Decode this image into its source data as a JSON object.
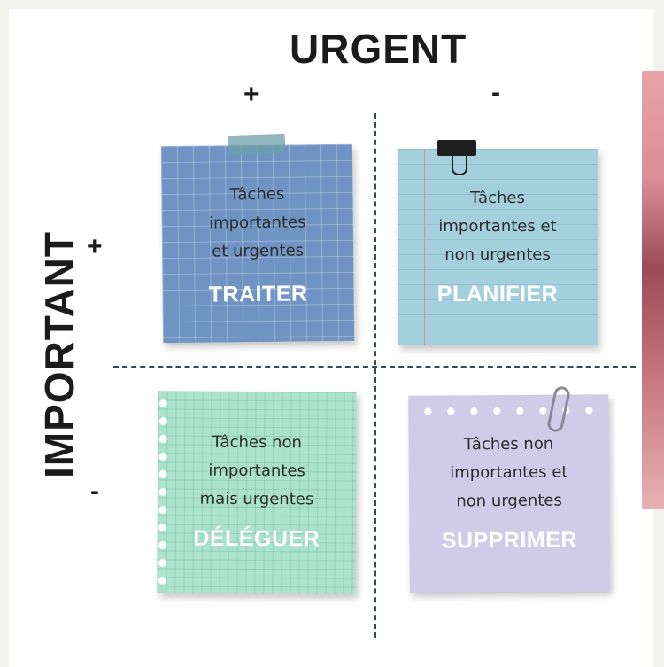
{
  "header": {
    "title": "URGENT",
    "plus": "+",
    "minus": "-"
  },
  "side": {
    "title": "IMPORTANT",
    "plus": "+",
    "minus": "-"
  },
  "quadrants": [
    {
      "lines": [
        "Tâches",
        "importantes",
        "et urgentes"
      ],
      "action": "TRAITER",
      "color": "#6f93c3"
    },
    {
      "lines": [
        "Tâches",
        "importantes et",
        "non urgentes"
      ],
      "action": "PLANIFIER",
      "color": "#a4cfdc"
    },
    {
      "lines": [
        "Tâches non",
        "importantes",
        "mais urgentes"
      ],
      "action": "DÉLÉGUER",
      "color": "#abe2cd"
    },
    {
      "lines": [
        "Tâches non",
        "importantes et",
        "non urgentes"
      ],
      "action": "SUPPRIMER",
      "color": "#cfcbe8"
    }
  ]
}
